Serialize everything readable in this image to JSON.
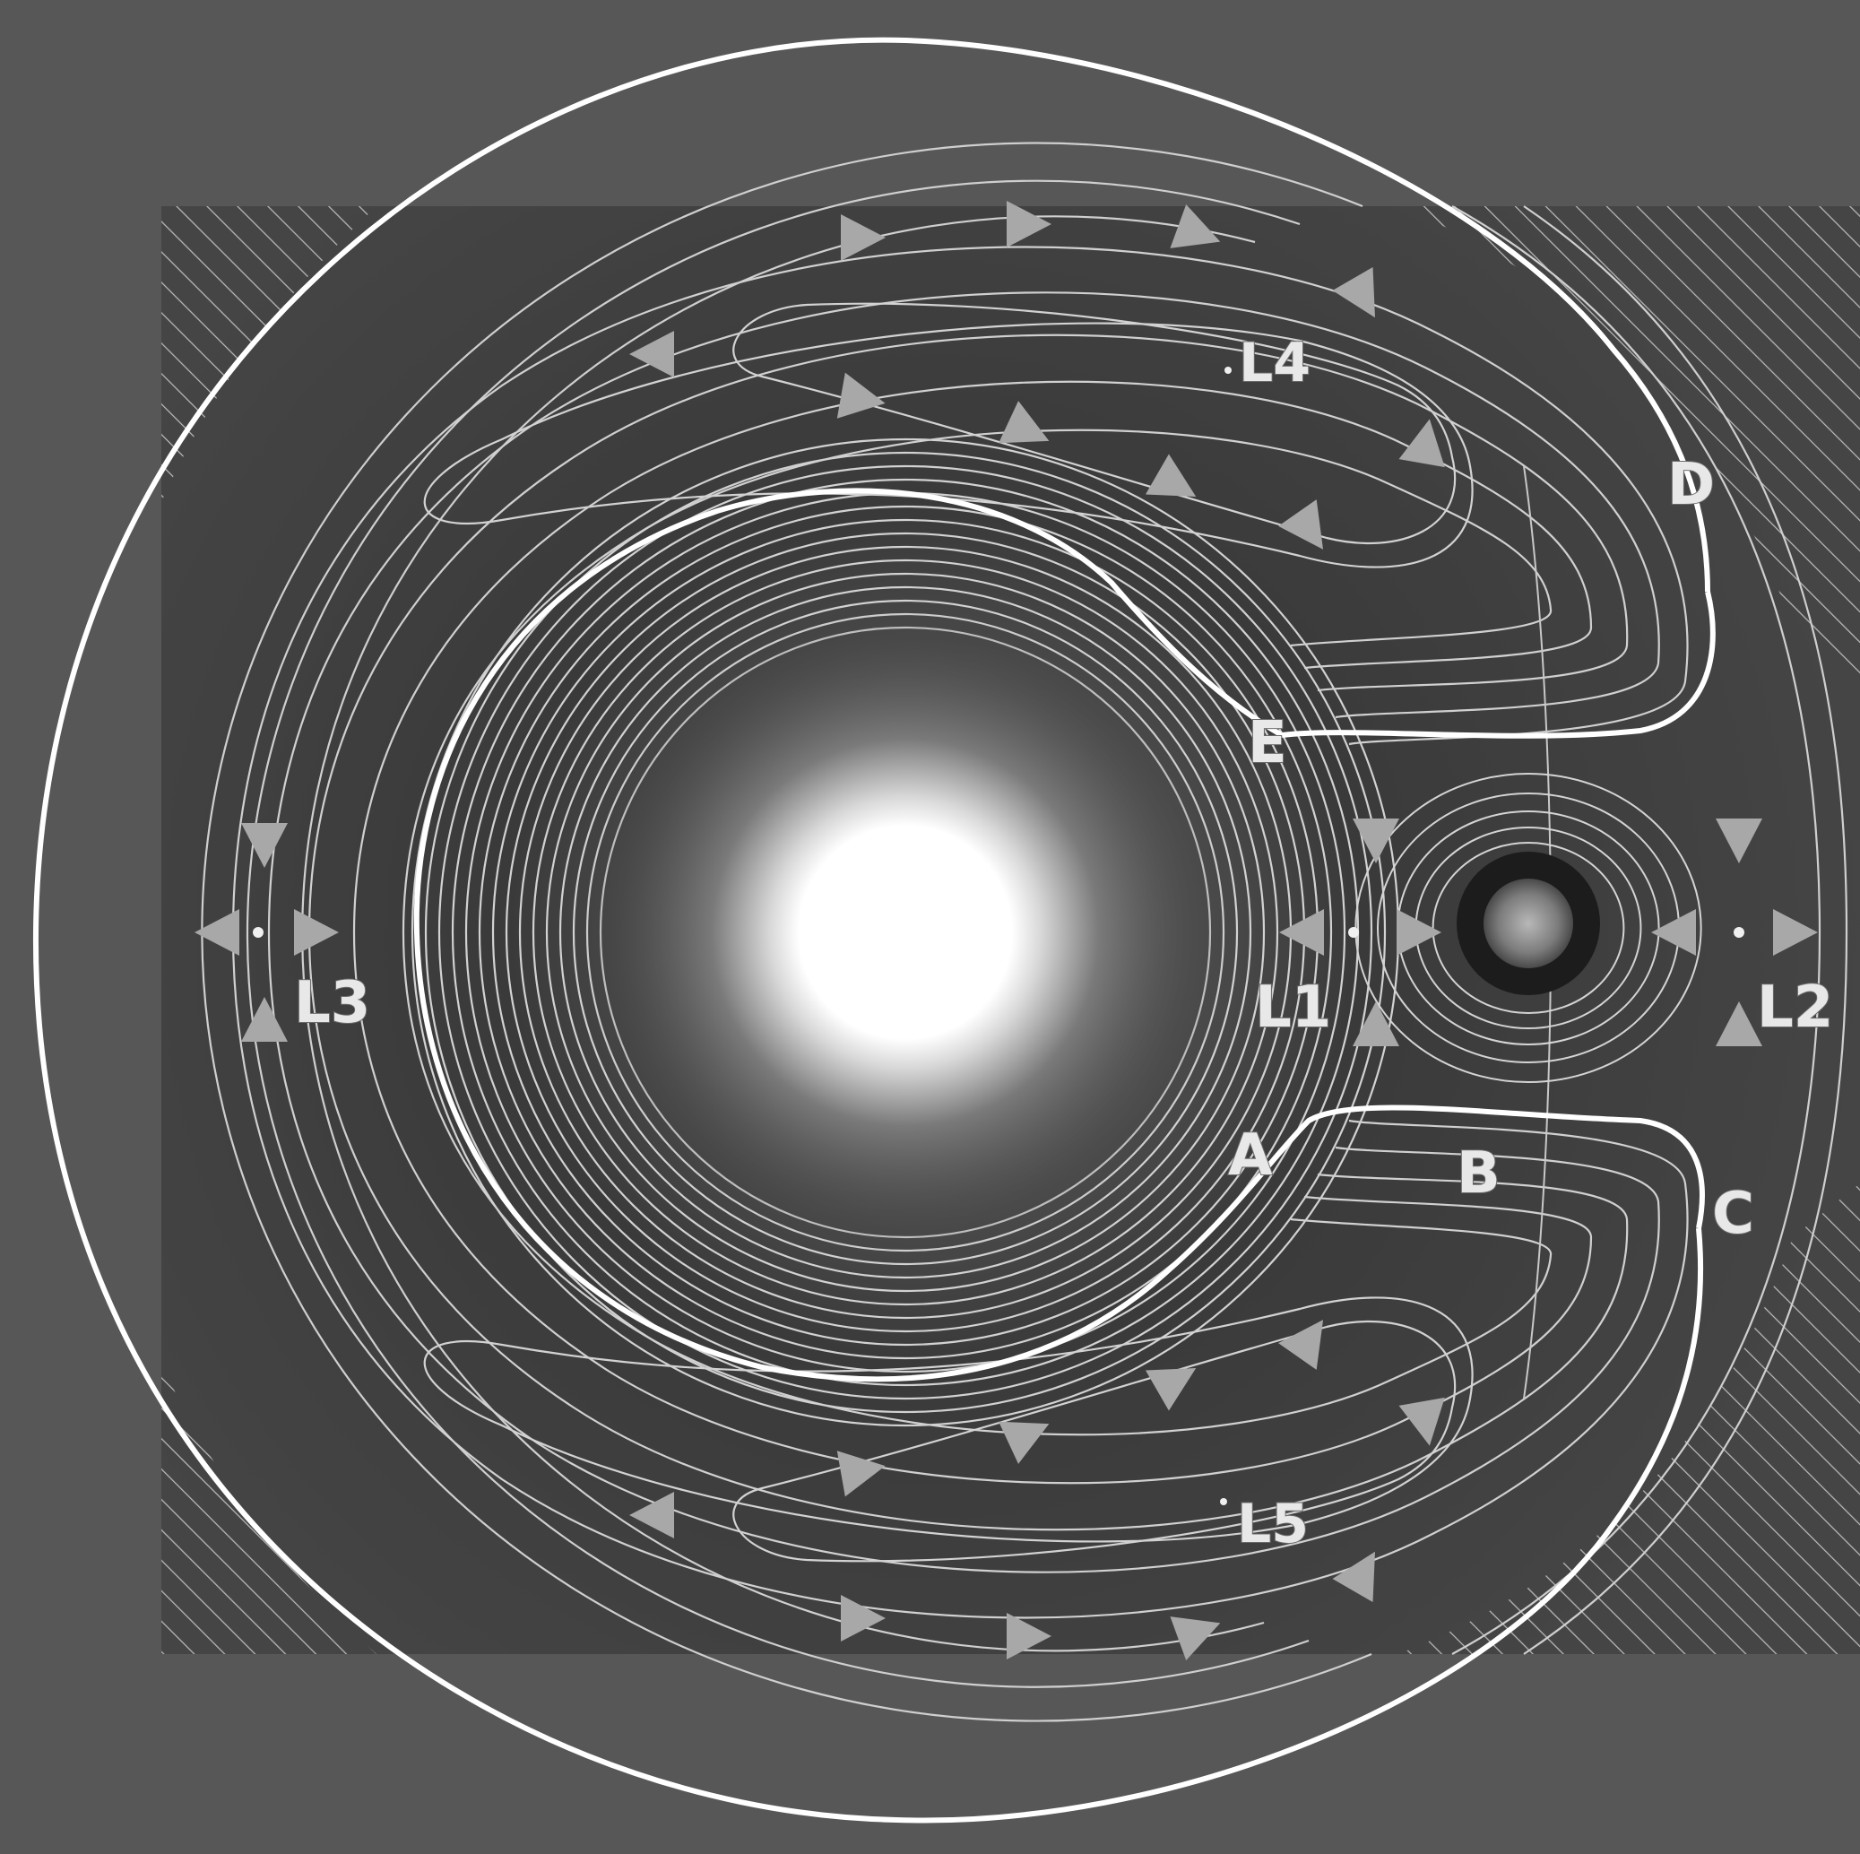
{
  "diagram": {
    "lagrange_points": [
      {
        "id": "l1",
        "label": "L1"
      },
      {
        "id": "l2",
        "label": "L2"
      },
      {
        "id": "l3",
        "label": "L3"
      },
      {
        "id": "l4",
        "label": "L4"
      },
      {
        "id": "l5",
        "label": "L5"
      }
    ],
    "curve_labels": [
      {
        "id": "a",
        "label": "A"
      },
      {
        "id": "b",
        "label": "B"
      },
      {
        "id": "c",
        "label": "C"
      },
      {
        "id": "d",
        "label": "D"
      },
      {
        "id": "e",
        "label": "E"
      }
    ],
    "colors": {
      "frame": "#585858",
      "background": "#4a4a4a",
      "contour": "#d2d2d2",
      "bold_contour": "#ffffff",
      "arrow": "#a8a8a8",
      "sun_core": "#ffffff"
    },
    "icons": {
      "sun": "sun-icon",
      "earth": "earth-icon"
    }
  }
}
